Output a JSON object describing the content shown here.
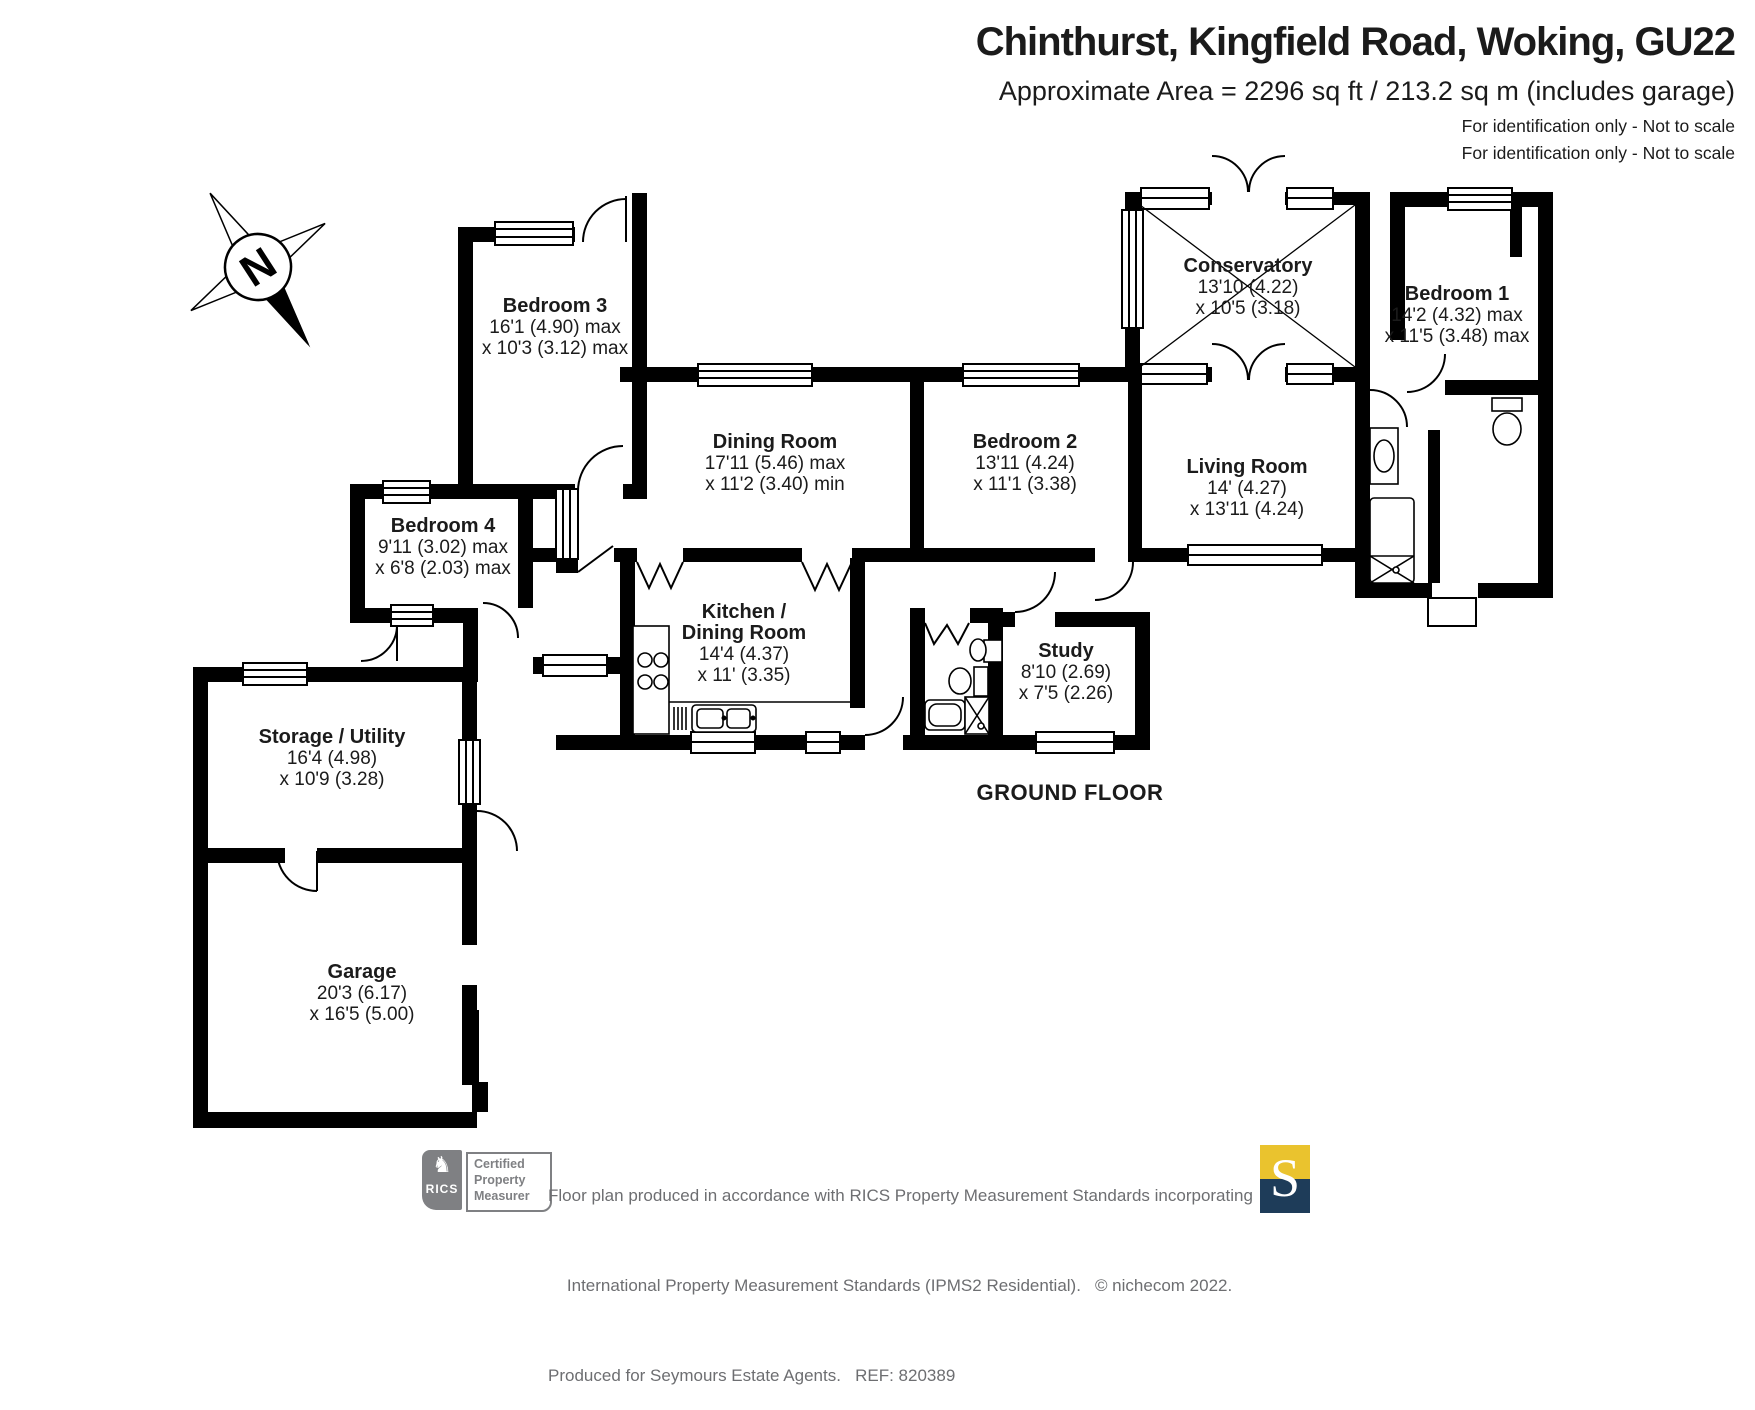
{
  "header": {
    "title": "Chinthurst, Kingfield Road, Woking, GU22",
    "subtitle": "Approximate Area = 2296 sq ft / 213.2 sq m (includes garage)",
    "note1": "For identification only - Not to scale",
    "note2": "For identification only - Not to scale"
  },
  "compass": {
    "north_label": "N"
  },
  "floor": {
    "label": "GROUND FLOOR"
  },
  "rooms": {
    "bedroom3": {
      "name": "Bedroom 3",
      "dim1": "16'1 (4.90) max",
      "dim2": "x 10'3 (3.12) max"
    },
    "bedroom4": {
      "name": "Bedroom 4",
      "dim1": "9'11 (3.02) max",
      "dim2": "x 6'8 (2.03) max"
    },
    "dining_room": {
      "name": "Dining Room",
      "dim1": "17'11 (5.46) max",
      "dim2": "x 11'2 (3.40) min"
    },
    "bedroom2": {
      "name": "Bedroom 2",
      "dim1": "13'11 (4.24)",
      "dim2": "x 11'1 (3.38)"
    },
    "conservatory": {
      "name": "Conservatory",
      "dim1": "13'10 (4.22)",
      "dim2": "x 10'5 (3.18)"
    },
    "bedroom1": {
      "name": "Bedroom 1",
      "dim1": "14'2 (4.32) max",
      "dim2": "x 11'5 (3.48) max"
    },
    "living_room": {
      "name": "Living Room",
      "dim1": "14' (4.27)",
      "dim2": "x 13'11 (4.24)"
    },
    "kitchen": {
      "name_line1": "Kitchen /",
      "name_line2": "Dining Room",
      "dim1": "14'4 (4.37)",
      "dim2": "x 11' (3.35)"
    },
    "study": {
      "name": "Study",
      "dim1": "8'10 (2.69)",
      "dim2": "x 7'5 (2.26)"
    },
    "storage": {
      "name": "Storage / Utility",
      "dim1": "16'4 (4.98)",
      "dim2": "x 10'9 (3.28)"
    },
    "garage": {
      "name": "Garage",
      "dim1": "20'3 (6.17)",
      "dim2": "x 16'5 (5.00)"
    }
  },
  "footer": {
    "rics_brand": "RICS",
    "badge_line1": "Certified",
    "badge_line2": "Property",
    "badge_line3": "Measurer",
    "disclaimer_line1": "Floor plan produced in accordance with RICS Property Measurement Standards incorporating",
    "disclaimer_line2": "International Property Measurement Standards (IPMS2 Residential).",
    "copyright": "© nichecom 2022.",
    "disclaimer_line3": "Produced for Seymours Estate Agents.   REF: 820389",
    "agent_initial": "S"
  },
  "colors": {
    "wall": "#000000",
    "footer_text": "#6d6e71",
    "rics_gray": "#7f8083",
    "seymours_yellow": "#eac32e",
    "seymours_navy": "#1e3c59"
  }
}
